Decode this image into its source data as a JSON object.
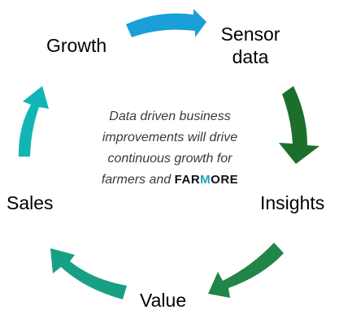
{
  "stages": {
    "growth": "Growth",
    "sensor_line1": "Sensor",
    "sensor_line2": "data",
    "insights": "Insights",
    "value": "Value",
    "sales": "Sales"
  },
  "center": {
    "line1": "Data driven business",
    "line2": "improvements will drive",
    "line3": "continuous growth for",
    "line4_prefix": "farmers and",
    "logo_part1": "FAR",
    "logo_part2": "M",
    "logo_part3": "ORE"
  },
  "colors": {
    "arrow_blue": "#1a9fd8",
    "arrow_dark_green": "#1b6f2a",
    "arrow_green": "#218547",
    "arrow_teal_green": "#17a085",
    "arrow_teal": "#12b5b5",
    "logo_accent": "#1aa6b7"
  }
}
